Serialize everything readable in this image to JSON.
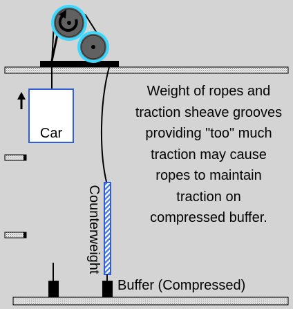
{
  "labels": {
    "car": "Car",
    "counterweight": "Counterweight",
    "buffer": "Buffer (Compressed)",
    "explanation": "Weight of ropes and\ntraction sheave grooves\nproviding \"too\" much\ntraction may cause\nropes to maintain\ntraction on\ncompressed buffer."
  },
  "icons": {
    "drive_rotation": "clockwise-arrow-icon",
    "car_motion": "up-arrow-icon"
  },
  "colors": {
    "background": "#d4d4d4",
    "sheave_glow": "#3ad8ff",
    "sheave_fill": "#5b5b5b",
    "car_border": "#2f5fd8",
    "counterweight_border": "#2f5fd8",
    "counterweight_hatch": "#4f7de0",
    "beam_fill": "#f2f2f2",
    "ink": "#000000"
  }
}
